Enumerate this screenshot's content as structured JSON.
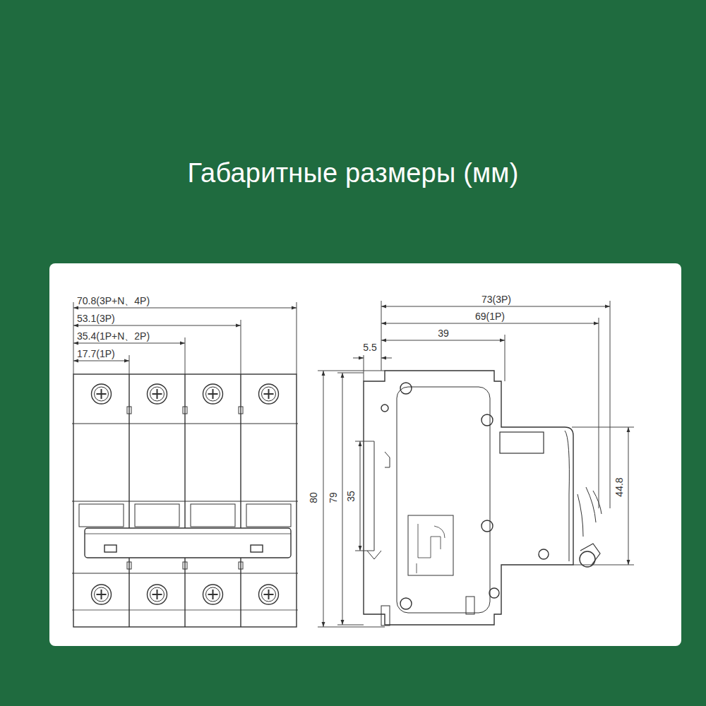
{
  "diagram": {
    "title": "Габаритные размеры (мм)",
    "labels": [
      "70.8(3P+N、4P)",
      "53.1(3P)",
      "35.4(1P+N、2P)",
      "17.7(1P)",
      "73(3P)",
      "69(1P)",
      "39",
      "5.5",
      "80",
      "79",
      "35",
      "44.8"
    ]
  }
}
